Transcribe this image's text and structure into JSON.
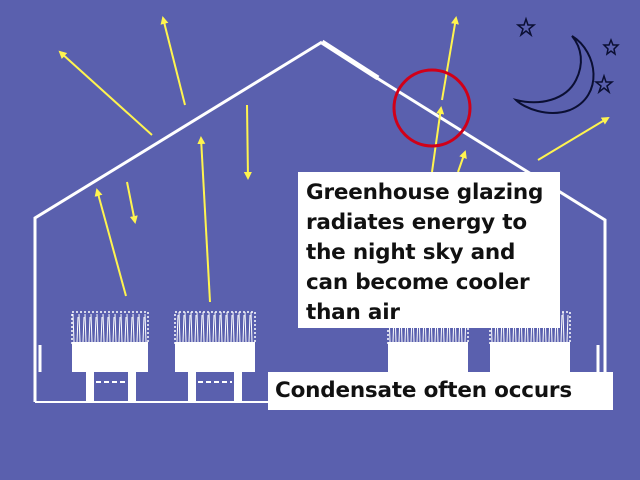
{
  "colors": {
    "background": "#5A60AE",
    "structure": "#FFFFFF",
    "radiation_arrows": "#FFF44F",
    "highlight_circle": "#D00018",
    "moon_and_stars": "#0B0F33",
    "caption_background": "#FFFFFF",
    "caption_text": "#111111"
  },
  "captions": {
    "main": [
      "Greenhouse glazing",
      "radiates energy to",
      "the night sky and",
      "can become cooler",
      "than air"
    ],
    "secondary": "Condensate often occurs"
  },
  "icons": {
    "moon": "crescent-moon-icon",
    "stars": "star-icon"
  }
}
